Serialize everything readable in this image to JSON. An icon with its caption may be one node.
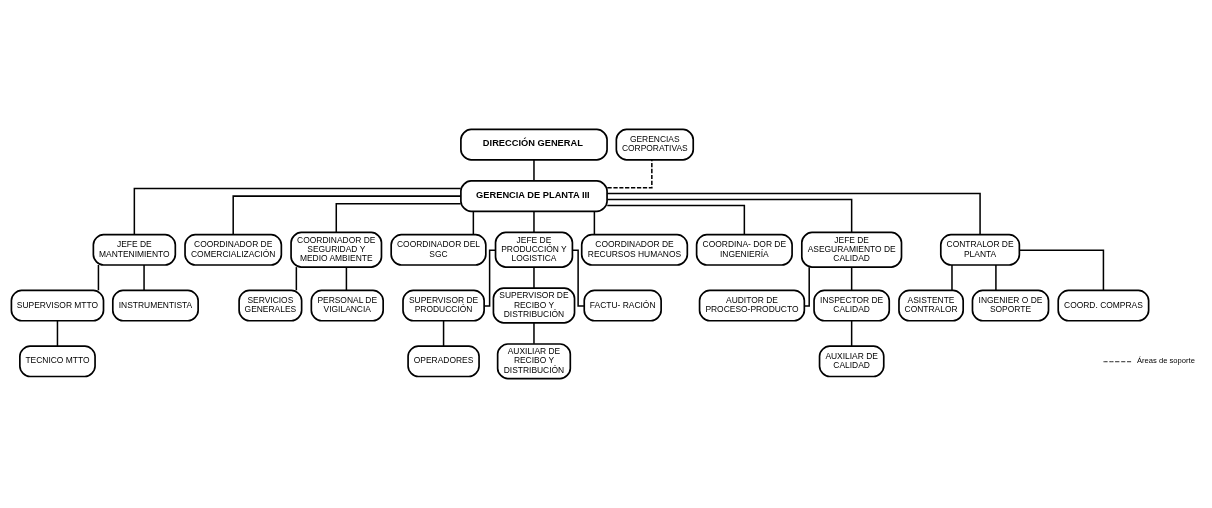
{
  "diagram": {
    "nodes": [
      {
        "text": [
          "DIRECCIÓN GENERAL"
        ]
      },
      {
        "text": [
          "GERENCIA DE PLANTA III"
        ]
      },
      {
        "text": [
          "GERENCIAS CORPORATIVAS"
        ]
      },
      {
        "text": [
          "JEFE DE MANTENIMIENTO"
        ]
      },
      {
        "text": [
          "COORDINADOR DE COMERCIALIZACIÓN"
        ]
      },
      {
        "text": [
          "COORDINADOR DE SEGURIDAD Y MEDIO AMBIENTE"
        ]
      },
      {
        "text": [
          "COORDINADOR DEL SGC"
        ]
      },
      {
        "text": [
          "JEFE DE PRODUCCIÓN Y LOGISTICA"
        ]
      },
      {
        "text": [
          "COORDINADOR DE RECURSOS HUMANOS"
        ]
      },
      {
        "text": [
          "COORDINA- DOR DE INGENIERÍA"
        ]
      },
      {
        "text": [
          "JEFE DE ASEGURAMIENTO DE CALIDAD"
        ]
      },
      {
        "text": [
          "CONTRALOR DE PLANTA"
        ]
      },
      {
        "text": [
          "SUPERVISOR MTTO"
        ]
      },
      {
        "text": [
          "INSTRUMENTISTA"
        ]
      },
      {
        "text": [
          "TECNICO MTTO"
        ]
      },
      {
        "text": [
          "SERVICIOS GENERALES"
        ]
      },
      {
        "text": [
          "PERSONAL DE VIGILANCIA"
        ]
      },
      {
        "text": [
          "SUPERVISOR DE PRODUCCIÓN"
        ]
      },
      {
        "text": [
          "SUPERVISOR DE RECIBO Y DISTRIBUCIÓN"
        ]
      },
      {
        "text": [
          "FACTU- RACIÓN"
        ]
      },
      {
        "text": [
          "OPERADORES"
        ]
      },
      {
        "text": [
          "AUXILIAR DE RECIBO Y DISTRIBUCIÓN"
        ]
      },
      {
        "text": [
          "AUDITOR DE PROCESO-PRODUCTO"
        ]
      },
      {
        "text": [
          "INSPECTOR DE CALIDAD"
        ]
      },
      {
        "text": [
          "AUXILIAR DE CALIDAD"
        ]
      },
      {
        "text": [
          "ASISTENTE CONTRALOR"
        ]
      },
      {
        "text": [
          "INGENIER O DE SOPORTE"
        ]
      },
      {
        "text": [
          "COORD. COMPRAS"
        ]
      }
    ],
    "edges": [
      {
        "from": 0,
        "to": 1,
        "arrow": "none"
      },
      {
        "from": 1,
        "to": 2,
        "arrow": "none",
        "style": "dashed"
      },
      {
        "from": 1,
        "to": 3,
        "arrow": "none"
      },
      {
        "from": 1,
        "to": 4,
        "arrow": "none"
      },
      {
        "from": 1,
        "to": 5,
        "arrow": "none"
      },
      {
        "from": 1,
        "to": 6,
        "arrow": "none"
      },
      {
        "from": 1,
        "to": 7,
        "arrow": "none"
      },
      {
        "from": 1,
        "to": 8,
        "arrow": "none"
      },
      {
        "from": 1,
        "to": 9,
        "arrow": "none"
      },
      {
        "from": 1,
        "to": 10,
        "arrow": "none"
      },
      {
        "from": 1,
        "to": 11,
        "arrow": "none"
      },
      {
        "from": 3,
        "to": 12,
        "arrow": "none"
      },
      {
        "from": 3,
        "to": 13,
        "arrow": "none"
      },
      {
        "from": 12,
        "to": 14,
        "arrow": "none"
      },
      {
        "from": 5,
        "to": 15,
        "arrow": "none"
      },
      {
        "from": 5,
        "to": 16,
        "arrow": "none"
      },
      {
        "from": 7,
        "to": 17,
        "arrow": "none"
      },
      {
        "from": 7,
        "to": 18,
        "arrow": "none"
      },
      {
        "from": 7,
        "to": 19,
        "arrow": "none"
      },
      {
        "from": 17,
        "to": 20,
        "arrow": "none"
      },
      {
        "from": 18,
        "to": 21,
        "arrow": "none"
      },
      {
        "from": 10,
        "to": 22,
        "arrow": "none"
      },
      {
        "from": 10,
        "to": 23,
        "arrow": "none"
      },
      {
        "from": 23,
        "to": 24,
        "arrow": "none"
      },
      {
        "from": 11,
        "to": 25,
        "arrow": "none"
      },
      {
        "from": 11,
        "to": 26,
        "arrow": "none"
      },
      {
        "from": 11,
        "to": 27,
        "arrow": "none"
      }
    ],
    "legend": [
      {
        "text": "Áreas de soporte"
      }
    ]
  }
}
